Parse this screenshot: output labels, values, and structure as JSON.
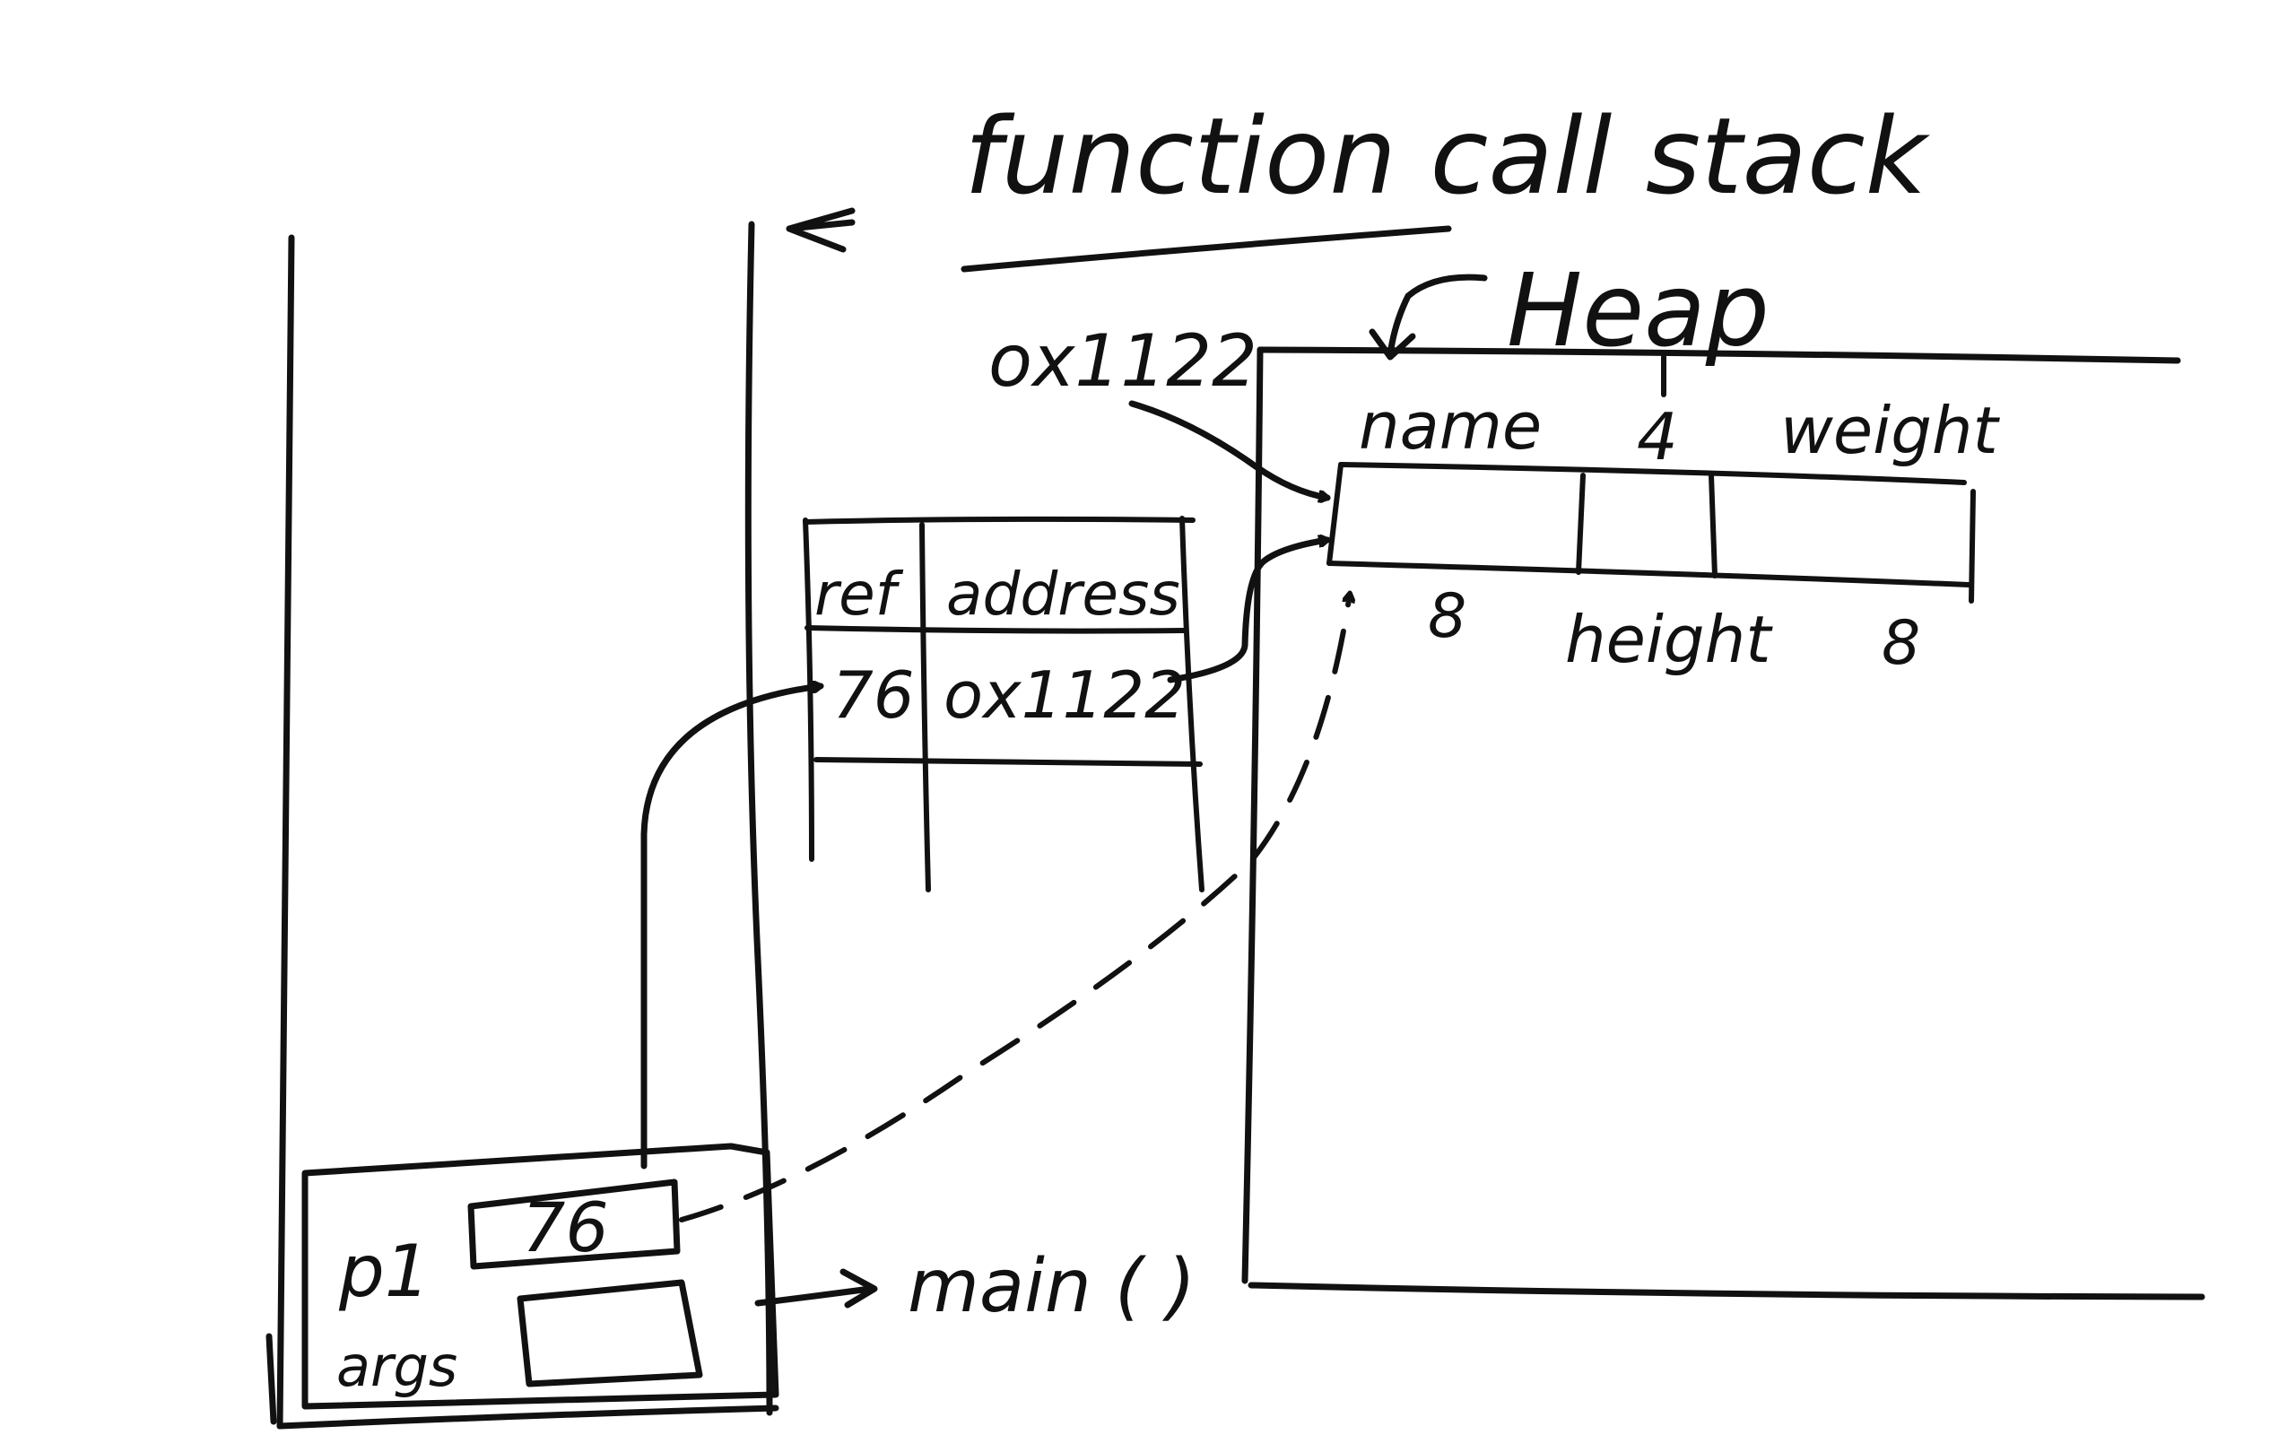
{
  "labels": {
    "title": "function call stack",
    "heap": "Heap",
    "main": "main ( )"
  },
  "address_table": {
    "headers": [
      "ref",
      "address"
    ],
    "rows": [
      {
        "ref": "76",
        "address": "ox1122"
      }
    ]
  },
  "heap_object": {
    "address": "ox1122",
    "fields": [
      {
        "name": "name",
        "size": "8"
      },
      {
        "name": "4",
        "size": "height"
      },
      {
        "name": "weight",
        "size": "8"
      }
    ]
  },
  "stack_frame": {
    "function": "main ( )",
    "variables": [
      {
        "name": "p1",
        "value": "76"
      },
      {
        "name": "args",
        "value": ""
      }
    ]
  }
}
